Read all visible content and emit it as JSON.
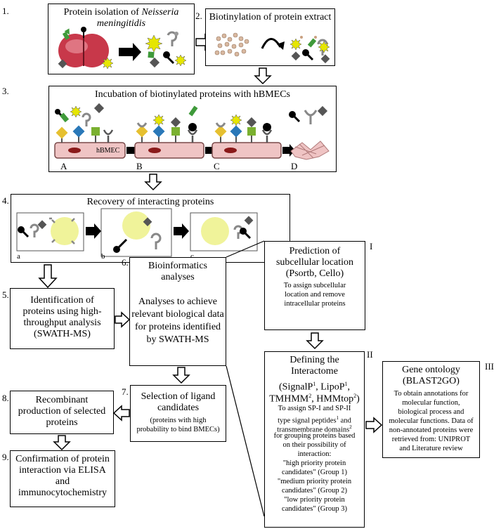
{
  "steps": {
    "s1": {
      "num": "1.",
      "title_plain": "Protein isolation of ",
      "title_italic": "Neisseria meningitidis"
    },
    "s2": {
      "num": "2.",
      "title": "Biotinylation of protein extract"
    },
    "s3": {
      "num": "3.",
      "title": "Incubation of biotinylated proteins with hBMECs",
      "cell_label": "hBMEC",
      "panels": [
        "A",
        "B",
        "C",
        "D"
      ]
    },
    "s4": {
      "num": "4.",
      "title": "Recovery of interacting proteins",
      "panels": [
        "a",
        "b",
        "c"
      ]
    },
    "s5": {
      "num": "5.",
      "lines": [
        "Identification of",
        "proteins using high-",
        "throughput analysis",
        "(SWATH-MS)"
      ]
    },
    "s6": {
      "num": "6.",
      "lines": [
        "Bioinformatics",
        "analyses",
        "",
        "Analyses to achieve",
        "relevant biological data",
        "for proteins identified",
        "by SWATH-MS"
      ]
    },
    "s7": {
      "num": "7.",
      "lines": [
        "Selection of ligand",
        "candidates"
      ],
      "sub": [
        "(proteins with high",
        "probability to bind BMECs)"
      ]
    },
    "s8": {
      "num": "8.",
      "lines": [
        "Recombinant",
        "production of selected",
        "proteins"
      ]
    },
    "s9": {
      "num": "9.",
      "lines": [
        "Confirmation of protein",
        "interaction via ELISA",
        "and",
        "immunocytochemistry"
      ]
    }
  },
  "bioinfo": {
    "I": {
      "roman": "I",
      "lines": [
        "Prediction of",
        "subcellular location",
        "(Psortb, Cello)"
      ],
      "sub": [
        "To assign subcellular",
        "location and remove",
        "intracellular proteins"
      ]
    },
    "II": {
      "roman": "II",
      "lines": [
        "Defining the",
        "Interactome"
      ],
      "tools1": [
        "(SignalP",
        "1",
        ", LipoP",
        "1",
        ","
      ],
      "tools2": [
        "TMHMM",
        "2",
        ", HMMtop",
        "2",
        ")"
      ],
      "sub1": [
        "To assign SP-I and SP-II",
        "type signal peptides",
        "1",
        " and",
        "transmembrane domains",
        "2"
      ],
      "sub2": [
        "for grouping proteins based",
        "on their possibility of",
        "interaction:",
        "\"high priority protein",
        "candidates\" (Group 1)",
        "\"medium priority protein",
        "candidates\" (Group 2)",
        "\"low priority protein",
        "candidates\" (Group 3)"
      ]
    },
    "III": {
      "roman": "III",
      "lines": [
        "Gene ontology",
        "(BLAST2GO)"
      ],
      "sub": [
        "To obtain annotations for",
        "molecular function,",
        "biological process and",
        "molecular functions. Data of",
        "non-annotated proteins were",
        "retrieved from: UNIPROT",
        "and Literature review"
      ]
    }
  },
  "colors": {
    "bacteria": "#c8384a",
    "cell": "#efc4c4",
    "yellowball": "#f0f39a",
    "arrow_green": "#3f9a3a"
  }
}
